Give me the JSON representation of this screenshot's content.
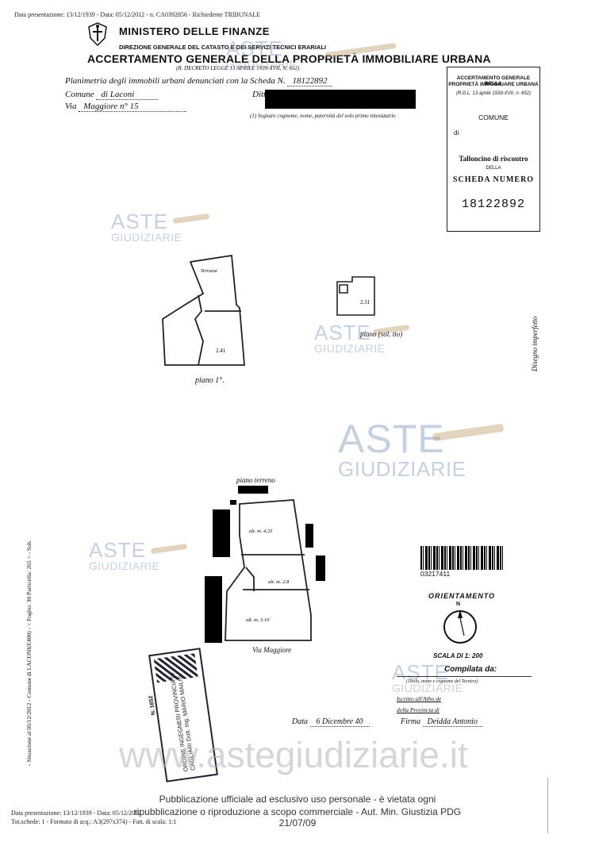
{
  "header": {
    "top_line": "Data presentazione: 13/12/1939 - Data: 05/12/2012 - n. CA0392856 - Richiedente TRIBUNALE",
    "ministry": "MINISTERO DELLE FINANZE",
    "direction": "DIREZIONE GENERALE DEL CATASTO E DEI SERVIZI TECNICI ERARIALI",
    "title": "ACCERTAMENTO GENERALE DELLA PROPRIETÀ IMMOBILIARE URBANA",
    "decree": "(R. DECRETO LEGGE 13 APRILE 1939-XVII, N. 652)"
  },
  "form": {
    "planimetria_label": "Planimetria degli immobili urbani denunciati con la Scheda N.",
    "scheda_number": "18122892",
    "comune_label": "Comune",
    "comune_value": "di Laconi",
    "ditta_label": "Ditta",
    "via_label": "Via",
    "via_value": "Maggiore n° 15",
    "note": "(1) Segnare cognome, nome, paternità del solo primo intestatario"
  },
  "stamp": {
    "line1": "ACCERTAMENTO GENERALE DELLA",
    "line2": "PROPRIETÀ IMMOBILIARE URBANA",
    "line3": "(R.D.L. 13 aprile 1939-XVII, n. 652)",
    "comune": "COMUNE",
    "di": "di",
    "talloncino": "Talloncino di riscontro",
    "della": "DELLA",
    "scheda_numero": "SCHEDA NUMERO",
    "number": "18122892"
  },
  "watermark": {
    "aste": "ASTE",
    "giudiziarie": "GIUDIZIARIE",
    "site": "www.astegiudiziarie.it"
  },
  "plans": {
    "terrazza": "Terrazza",
    "h_241": "2.41",
    "h_231": "2.31",
    "piano_primo": "piano 1°.",
    "piano_sottotetto": "piano (sol. tto)",
    "piano_terreno": "piano terreno",
    "alt_1": "alt. m. 4.25",
    "alt_2": "alt. m. 2.8",
    "alt_3": "alt. m. 3.10",
    "via_bottom": "Via Maggiore"
  },
  "side_text": "- Situazione al 05/12/2012 - Comune di LACONI(E400) - < Foglio: 30 Particella: 265 > - Sub.",
  "disegno": "Disegno imperfetto",
  "barcode_number": "03217411",
  "orientamento": "ORIENTAMENTO",
  "north": "N",
  "scala": "SCALA DI 1: 200",
  "compilata": {
    "label": "Compilata da:",
    "sub1": "(Titolo, nome e cognome del Tecnico)",
    "iscritto": "Iscritto all'Albo de",
    "provincia": "della Provincia di",
    "data_label": "Data",
    "data_value": "6 Dicembre 40",
    "firma_label": "Firma",
    "firma_value": "Deidda Antonio"
  },
  "stamp_order": {
    "n": "N. 1652",
    "text": "ORDINE INGEGNERI PROVINCIA DI CAGLIARI Dott. Ing. MARIO MAILIS"
  },
  "publication": {
    "line1": "Pubblicazione ufficiale ad esclusivo uso personale - è vietata ogni",
    "line2": "ripubblicazione o riproduzione a scopo commerciale - Aut. Min. Giustizia PDG 21/07/09"
  },
  "footer": {
    "line1": "Data presentazione: 13/12/1939 - Data: 05/12/2012",
    "line2": "Tot.schede: 1 - Formato di acq.: A3(297x374) - Fatt. di scala: 1:1"
  }
}
